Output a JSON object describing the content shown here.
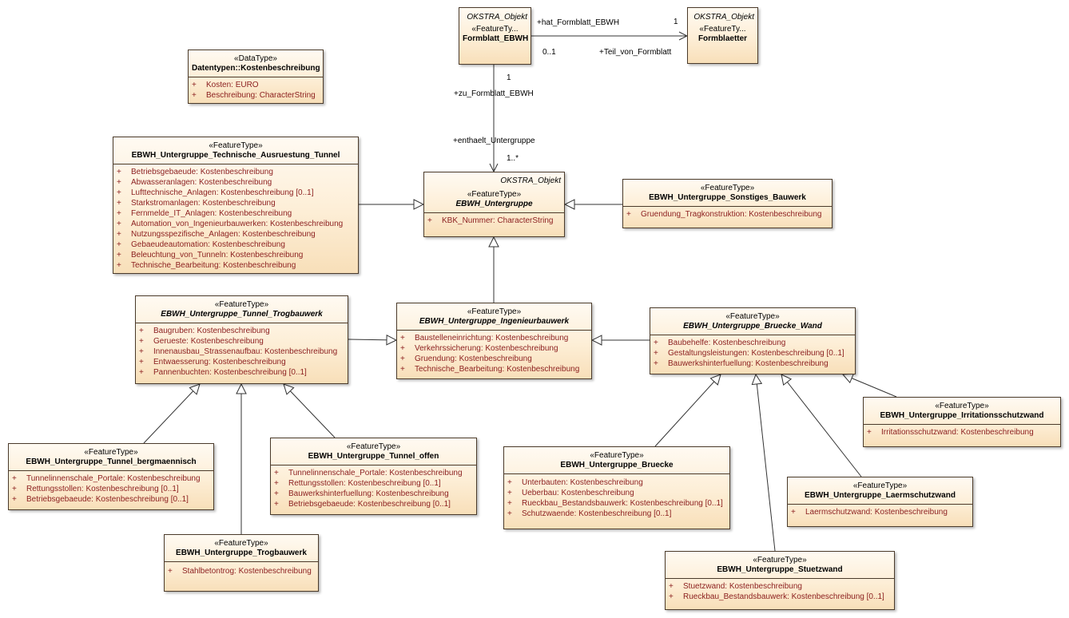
{
  "classes": {
    "kostenbeschreibung": {
      "stereotype": "«DataType»",
      "name": "Datentypen::Kostenbeschreibung",
      "attributes": [
        {
          "vis": "+",
          "text": "Kosten: EURO"
        },
        {
          "vis": "+",
          "text": "Beschreibung: CharacterString"
        }
      ]
    },
    "formblatt_ebwh": {
      "tagged_value": "OKSTRA_Objekt",
      "stereotype": "«FeatureTy...",
      "name": "Formblatt_EBWH"
    },
    "formblaetter": {
      "tagged_value": "OKSTRA_Objekt",
      "stereotype": "«FeatureTy...",
      "name": "Formblaetter"
    },
    "technische_ausruestung": {
      "stereotype": "«FeatureType»",
      "name": "EBWH_Untergruppe_Technische_Ausruestung_Tunnel",
      "attributes": [
        {
          "vis": "+",
          "text": "Betriebsgebaeude: Kostenbeschreibung"
        },
        {
          "vis": "+",
          "text": "Abwasseranlagen: Kostenbeschreibung"
        },
        {
          "vis": "+",
          "text": "Lufttechnische_Anlagen: Kostenbeschreibung [0..1]"
        },
        {
          "vis": "+",
          "text": "Starkstromanlagen: Kostenbeschreibung"
        },
        {
          "vis": "+",
          "text": "Fernmelde_IT_Anlagen: Kostenbeschreibung"
        },
        {
          "vis": "+",
          "text": "Automation_von_Ingenieurbauwerken: Kostenbeschreibung"
        },
        {
          "vis": "+",
          "text": "Nutzungsspezifische_Anlagen: Kostenbeschreibung"
        },
        {
          "vis": "+",
          "text": "Gebaeudeautomation: Kostenbeschreibung"
        },
        {
          "vis": "+",
          "text": "Beleuchtung_von_Tunneln: Kostenbeschreibung"
        },
        {
          "vis": "+",
          "text": "Technische_Bearbeitung: Kostenbeschreibung"
        }
      ]
    },
    "untergruppe": {
      "tagged_value": "OKSTRA_Objekt",
      "stereotype": "«FeatureType»",
      "name": "EBWH_Untergruppe",
      "attributes": [
        {
          "vis": "+",
          "text": "KBK_Nummer: CharacterString"
        }
      ]
    },
    "sonstiges_bauwerk": {
      "stereotype": "«FeatureType»",
      "name": "EBWH_Untergruppe_Sonstiges_Bauwerk",
      "attributes": [
        {
          "vis": "+",
          "text": "Gruendung_Tragkonstruktion: Kostenbeschreibung"
        }
      ]
    },
    "tunnel_trogbauwerk": {
      "stereotype": "«FeatureType»",
      "name": "EBWH_Untergruppe_Tunnel_Trogbauwerk",
      "attributes": [
        {
          "vis": "+",
          "text": "Baugruben: Kostenbeschreibung"
        },
        {
          "vis": "+",
          "text": "Gerueste: Kostenbeschreibung"
        },
        {
          "vis": "+",
          "text": "Innenausbau_Strassenaufbau: Kostenbeschreibung"
        },
        {
          "vis": "+",
          "text": "Entwaesserung: Kostenbeschreibung"
        },
        {
          "vis": "+",
          "text": "Pannenbuchten: Kostenbeschreibung [0..1]"
        }
      ]
    },
    "ingenieurbauwerk": {
      "stereotype": "«FeatureType»",
      "name": "EBWH_Untergruppe_Ingenieurbauwerk",
      "attributes": [
        {
          "vis": "+",
          "text": "Baustelleneinrichtung: Kostenbeschreibung"
        },
        {
          "vis": "+",
          "text": "Verkehrssicherung: Kostenbeschreibung"
        },
        {
          "vis": "+",
          "text": "Gruendung: Kostenbeschreibung"
        },
        {
          "vis": "+",
          "text": "Technische_Bearbeitung: Kostenbeschreibung"
        }
      ]
    },
    "bruecke_wand": {
      "stereotype": "«FeatureType»",
      "name": "EBWH_Untergruppe_Bruecke_Wand",
      "attributes": [
        {
          "vis": "+",
          "text": "Baubehelfe: Kostenbeschreibung"
        },
        {
          "vis": "+",
          "text": "Gestaltungsleistungen: Kostenbeschreibung [0..1]"
        },
        {
          "vis": "+",
          "text": "Bauwerkshinterfuellung: Kostenbeschreibung"
        }
      ]
    },
    "irritationsschutzwand": {
      "stereotype": "«FeatureType»",
      "name": "EBWH_Untergruppe_Irritationsschutzwand",
      "attributes": [
        {
          "vis": "+",
          "text": "Irritationsschutzwand: Kostenbeschreibung"
        }
      ]
    },
    "tunnel_bergmaennisch": {
      "stereotype": "«FeatureType»",
      "name": "EBWH_Untergruppe_Tunnel_bergmaennisch",
      "attributes": [
        {
          "vis": "+",
          "text": "Tunnelinnenschale_Portale: Kostenbeschreibung"
        },
        {
          "vis": "+",
          "text": "Rettungsstollen: Kostenbeschreibung [0..1]"
        },
        {
          "vis": "+",
          "text": "Betriebsgebaeude: Kostenbeschreibung [0..1]"
        }
      ]
    },
    "tunnel_offen": {
      "stereotype": "«FeatureType»",
      "name": "EBWH_Untergruppe_Tunnel_offen",
      "attributes": [
        {
          "vis": "+",
          "text": "Tunnelinnenschale_Portale: Kostenbeschreibung"
        },
        {
          "vis": "+",
          "text": "Rettungsstollen: Kostenbeschreibung [0..1]"
        },
        {
          "vis": "+",
          "text": "Bauwerkshinterfuellung: Kostenbeschreibung"
        },
        {
          "vis": "+",
          "text": "Betriebsgebaeude: Kostenbeschreibung [0..1]"
        }
      ]
    },
    "bruecke": {
      "stereotype": "«FeatureType»",
      "name": "EBWH_Untergruppe_Bruecke",
      "attributes": [
        {
          "vis": "+",
          "text": "Unterbauten: Kostenbeschreibung"
        },
        {
          "vis": "+",
          "text": "Ueberbau: Kostenbeschreibung"
        },
        {
          "vis": "+",
          "text": "Rueckbau_Bestandsbauwerk: Kostenbeschreibung [0..1]"
        },
        {
          "vis": "+",
          "text": "Schutzwaende: Kostenbeschreibung [0..1]"
        }
      ]
    },
    "laermschutzwand": {
      "stereotype": "«FeatureType»",
      "name": "EBWH_Untergruppe_Laermschutzwand",
      "attributes": [
        {
          "vis": "+",
          "text": "Laermschutzwand: Kostenbeschreibung"
        }
      ]
    },
    "trogbauwerk": {
      "stereotype": "«FeatureType»",
      "name": "EBWH_Untergruppe_Trogbauwerk",
      "attributes": [
        {
          "vis": "+",
          "text": "Stahlbetontrog: Kostenbeschreibung"
        }
      ]
    },
    "stuetzwand": {
      "stereotype": "«FeatureType»",
      "name": "EBWH_Untergruppe_Stuetzwand",
      "attributes": [
        {
          "vis": "+",
          "text": "Stuetzwand: Kostenbeschreibung"
        },
        {
          "vis": "+",
          "text": "Rueckbau_Bestandsbauwerk: Kostenbeschreibung [0..1]"
        }
      ]
    }
  },
  "association_labels": {
    "hat_formblatt": "+hat_Formblatt_EBWH",
    "hat_formblatt_mult": "1",
    "teil_von_formblatt": "+Teil_von_Formblatt",
    "teil_von_mult": "0..1",
    "zu_formblatt_mult": "1",
    "zu_formblatt": "+zu_Formblatt_EBWH",
    "enthaelt_untergruppe": "+enthaelt_Untergruppe",
    "enthaelt_mult": "1..*"
  },
  "colors": {
    "class_fill_top": "#fffaf2",
    "class_fill_bottom": "#f8dfb9",
    "border": "#4a3a2a",
    "attribute_text": "#8b1e1e"
  }
}
